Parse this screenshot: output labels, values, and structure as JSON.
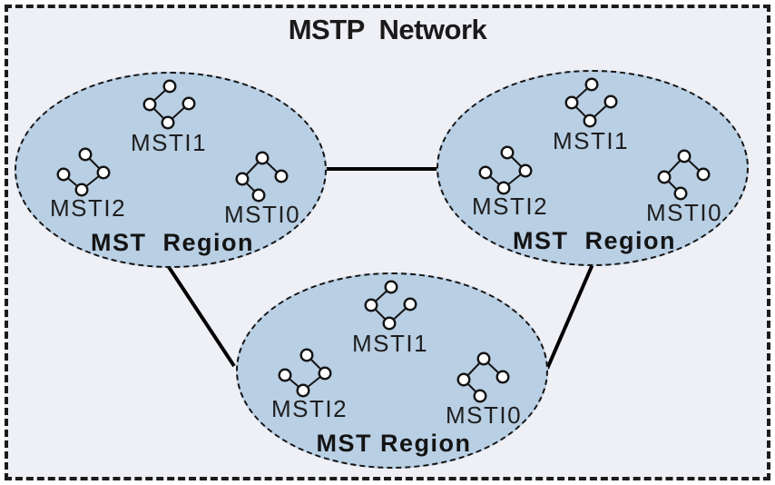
{
  "title": "MSTP  Network",
  "colors": {
    "canvas_background": "#eef0f6",
    "region_fill": "#b9cfe4",
    "line_color": "#000000",
    "text_color": "#1a1a1a"
  },
  "regions": [
    {
      "position": "top-left",
      "label": "MST  Region",
      "instances": [
        {
          "label": "MSTI1"
        },
        {
          "label": "MSTI2"
        },
        {
          "label": "MSTI0"
        }
      ]
    },
    {
      "position": "top-right",
      "label": "MST  Region",
      "instances": [
        {
          "label": "MSTI1"
        },
        {
          "label": "MSTI2"
        },
        {
          "label": "MSTI0"
        }
      ]
    },
    {
      "position": "bottom",
      "label": "MST Region",
      "instances": [
        {
          "label": "MSTI1"
        },
        {
          "label": "MSTI2"
        },
        {
          "label": "MSTI0"
        }
      ]
    }
  ],
  "links": [
    {
      "from": "top-left",
      "to": "top-right"
    },
    {
      "from": "top-left",
      "to": "bottom"
    },
    {
      "from": "top-right",
      "to": "bottom"
    }
  ]
}
